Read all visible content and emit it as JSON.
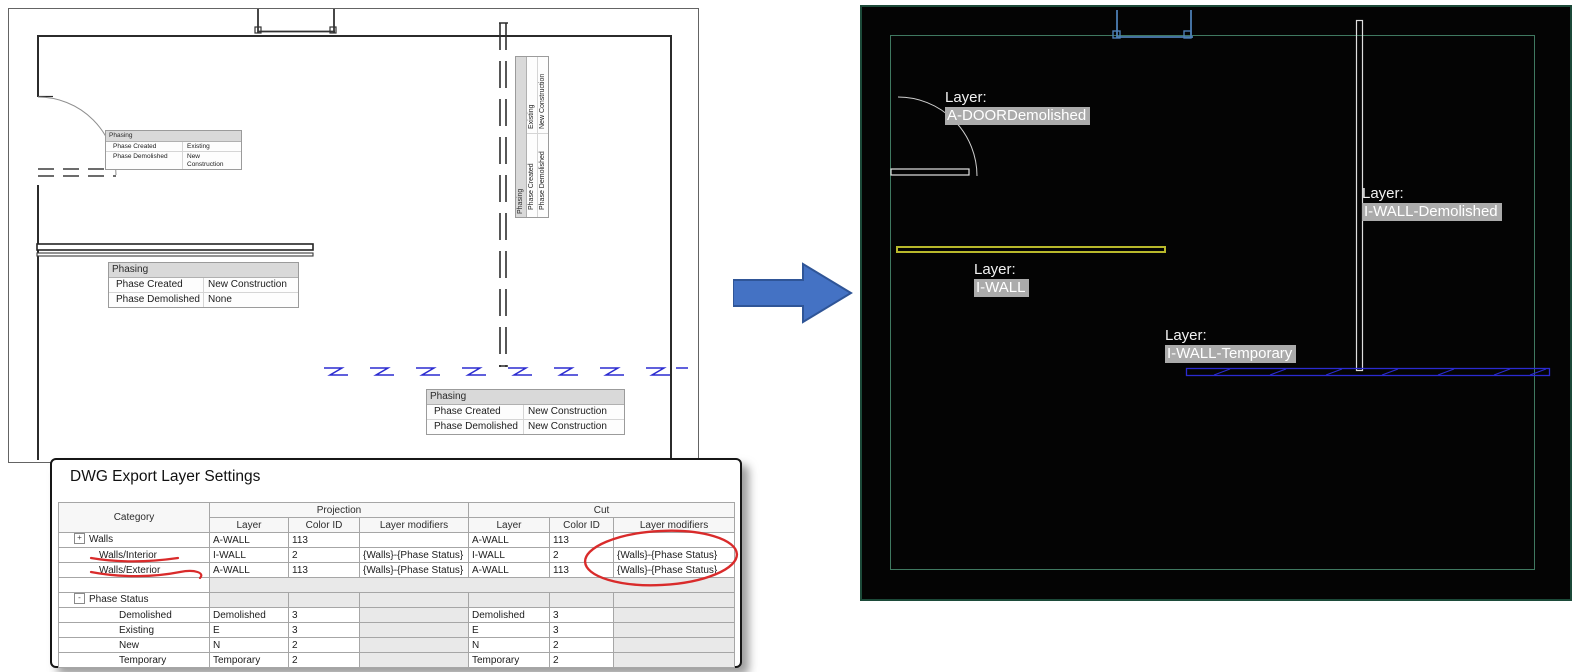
{
  "left_plan": {
    "tooltips": [
      {
        "title": "Phasing",
        "created_label": "Phase Created",
        "created_value": "Existing",
        "demolished_label": "Phase Demolished",
        "demolished_value": "New Construction"
      },
      {
        "title": "Phasing",
        "created_label": "Phase Created",
        "created_value": "New Construction",
        "demolished_label": "Phase Demolished",
        "demolished_value": "None"
      },
      {
        "title": "Phasing",
        "created_label": "Phase Created",
        "created_value": "New Construction",
        "demolished_label": "Phase Demolished",
        "demolished_value": "New Construction"
      },
      {
        "title": "Phasing",
        "created_label": "Phase Created",
        "created_value": "Existing",
        "demolished_label": "Phase Demolished",
        "demolished_value": "New Construction"
      }
    ]
  },
  "settings_panel": {
    "title": "DWG Export Layer Settings",
    "headers": {
      "category": "Category",
      "projection": "Projection",
      "cut": "Cut",
      "layer": "Layer",
      "color_id": "Color ID",
      "layer_modifiers": "Layer modifiers"
    },
    "tree": {
      "expand": "+",
      "collapse": "-"
    },
    "walls_rows": [
      {
        "category": "Walls",
        "proj": {
          "layer": "A-WALL",
          "color": "113",
          "mod": ""
        },
        "cut": {
          "layer": "A-WALL",
          "color": "113",
          "mod": ""
        }
      },
      {
        "category": "Walls/Interior",
        "proj": {
          "layer": "I-WALL",
          "color": "2",
          "mod": "{Walls}-{Phase Status}"
        },
        "cut": {
          "layer": "I-WALL",
          "color": "2",
          "mod": "{Walls}-{Phase Status}"
        }
      },
      {
        "category": "Walls/Exterior",
        "proj": {
          "layer": "A-WALL",
          "color": "113",
          "mod": "{Walls}-{Phase Status}"
        },
        "cut": {
          "layer": "A-WALL",
          "color": "113",
          "mod": "{Walls}-{Phase Status}"
        }
      }
    ],
    "phase_status_label": "Phase Status",
    "phase_rows": [
      {
        "category": "Demolished",
        "proj": {
          "layer": "Demolished",
          "color": "3"
        },
        "cut": {
          "layer": "Demolished",
          "color": "3"
        }
      },
      {
        "category": "Existing",
        "proj": {
          "layer": "E",
          "color": "3"
        },
        "cut": {
          "layer": "E",
          "color": "3"
        }
      },
      {
        "category": "New",
        "proj": {
          "layer": "N",
          "color": "2"
        },
        "cut": {
          "layer": "N",
          "color": "2"
        }
      },
      {
        "category": "Temporary",
        "proj": {
          "layer": "Temporary",
          "color": "2"
        },
        "cut": {
          "layer": "Temporary",
          "color": "2"
        }
      }
    ]
  },
  "arrow": {
    "fill": "#4472c4",
    "stroke": "#2f5597"
  },
  "annotations": {
    "red": "#d92b2b"
  },
  "cad_view": {
    "labels": [
      {
        "title": "Layer:",
        "value": "A-DOORDemolished"
      },
      {
        "title": "Layer:",
        "value": "I-WALL-Demolished"
      },
      {
        "title": "Layer:",
        "value": "I-WALL"
      },
      {
        "title": "Layer:",
        "value": "I-WALL-Temporary"
      }
    ],
    "colors": {
      "background": "#040404",
      "outline_green": "#3f7860",
      "wall_new_yellow": "#b8b82b",
      "wall_demolished_white": "#dedede",
      "wall_temporary_blue": "#2b2bd0",
      "window_blue": "#4d7fb5",
      "label_highlight_bg": "#ababab",
      "label_text": "#ffffff"
    }
  }
}
